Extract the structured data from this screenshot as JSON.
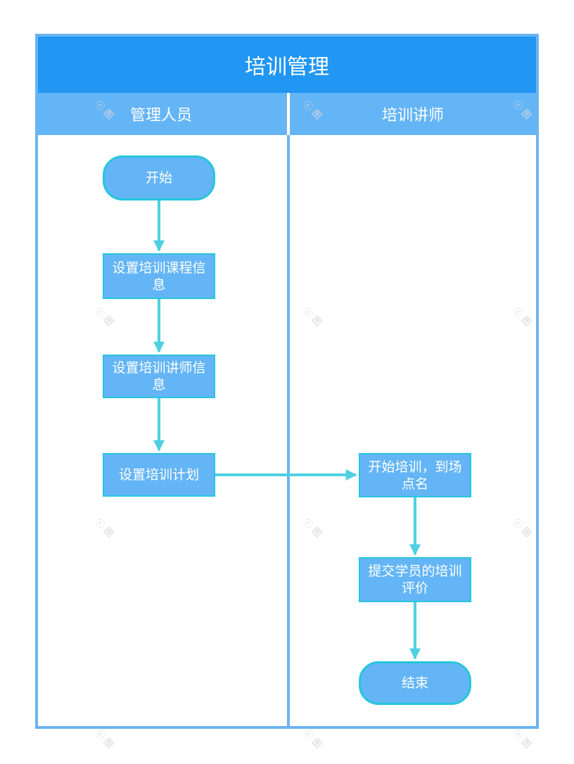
{
  "title": "培训管理",
  "lanes": [
    {
      "label": "管理人员"
    },
    {
      "label": "培训讲师"
    }
  ],
  "nodes": {
    "start": "开始",
    "set_course": "设置培训课程信息",
    "set_instructor": "设置培训讲师信息",
    "set_plan": "设置培训计划",
    "begin_training": "开始培训，到场点名",
    "submit_evaluation": "提交学员的培训评价",
    "end": "结束"
  },
  "colors": {
    "header": "#2196f3",
    "lane_header": "#64b5f6",
    "border": "#6cb4f0",
    "node_fill": "#64b5f6",
    "connector": "#4dd0e1"
  },
  "watermark": "ⓒ 图"
}
